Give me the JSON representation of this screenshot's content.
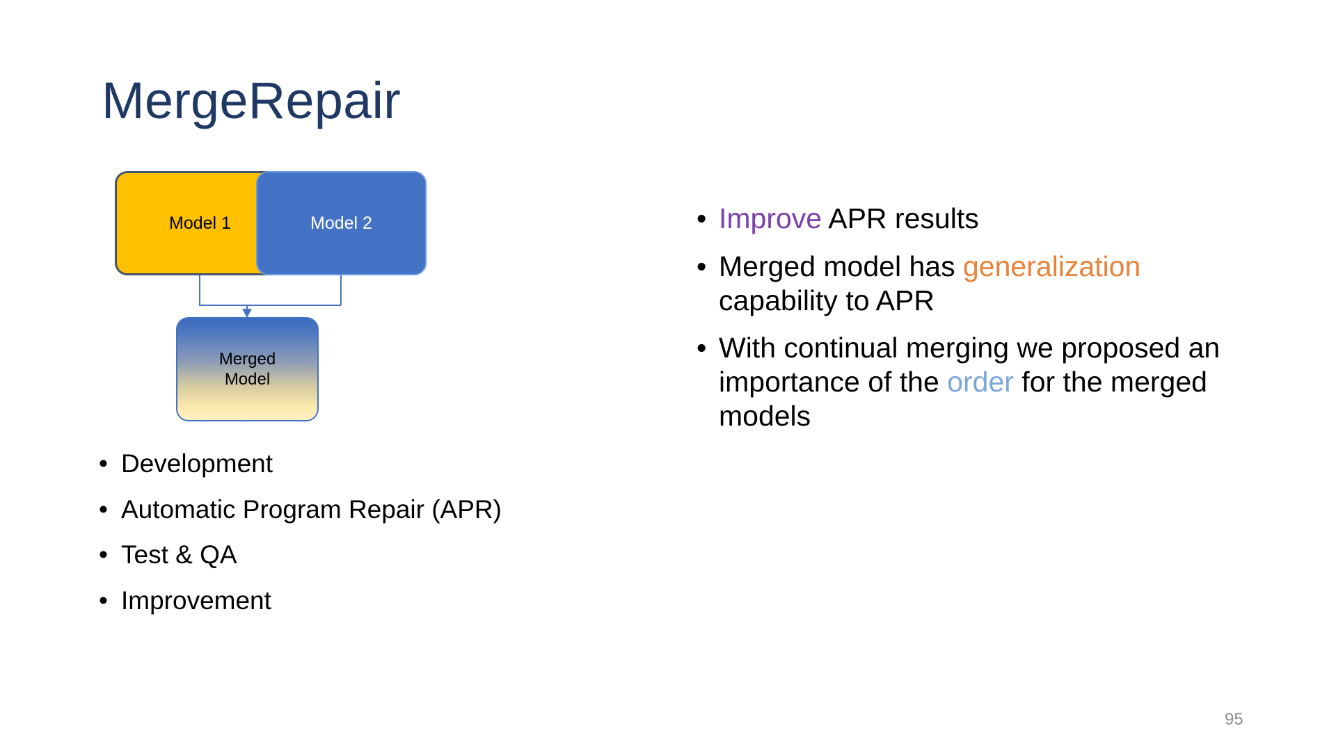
{
  "slide": {
    "title": "MergeRepair",
    "page_number": "95",
    "background_color": "#FFFFFF",
    "title_color": "#1F3864"
  },
  "diagram": {
    "name": "merge-flow-diagram",
    "nodes": [
      {
        "id": "model1",
        "label": "Model 1",
        "fill": "#FFC000",
        "border": "#44546A",
        "text_color": "#000000"
      },
      {
        "id": "model2",
        "label": "Model 2",
        "fill": "#4472C4",
        "border": "#6E9BE0",
        "text_color": "#FFFFFF"
      },
      {
        "id": "merged",
        "label_line1": "Merged",
        "label_line2": "Model",
        "fill_top": "#4472C4",
        "fill_bottom": "#FDF0C4",
        "border": "#4472C4",
        "text_color": "#000000"
      }
    ],
    "connector_color": "#4472C4"
  },
  "left_bullets": {
    "items": [
      {
        "text": "Development"
      },
      {
        "text": "Automatic Program Repair (APR)"
      },
      {
        "text": "Test & QA"
      },
      {
        "text": "Improvement"
      }
    ]
  },
  "right_bullets": {
    "items": [
      {
        "id": "improve-apr-results",
        "parts": [
          {
            "text": "Improve",
            "color": "#7A3FA8"
          },
          {
            "text": " APR results",
            "color": "#000000"
          }
        ]
      },
      {
        "id": "merged-model-generalization",
        "parts": [
          {
            "text": "Merged model has ",
            "color": "#000000"
          },
          {
            "text": "generalization",
            "color": "#E8833A"
          },
          {
            "text": " capability to APR",
            "color": "#000000"
          }
        ]
      },
      {
        "id": "continual-merging-order",
        "parts": [
          {
            "text": "With continual merging we proposed an importance of the ",
            "color": "#000000"
          },
          {
            "text": "order",
            "color": "#7BA7D7"
          },
          {
            "text": " for the merged models",
            "color": "#000000"
          }
        ]
      }
    ]
  }
}
